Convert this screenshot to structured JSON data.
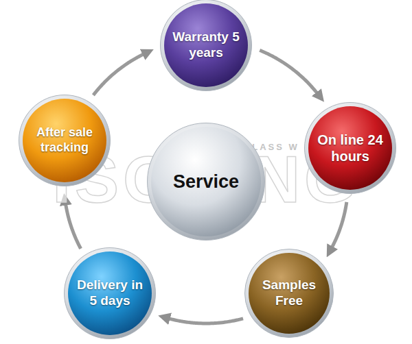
{
  "diagram": {
    "nodes": [
      {
        "text": [
          "Service"
        ]
      },
      {
        "text": [
          "Warranty 5 years"
        ]
      },
      {
        "text": [
          "On line 24 hours"
        ]
      },
      {
        "text": [
          "Samples Free"
        ]
      },
      {
        "text": [
          "Delivery in 5 days"
        ]
      },
      {
        "text": [
          "After sale tracking"
        ]
      }
    ],
    "edges": [
      {
        "from": 1,
        "to": 2,
        "arrow": "to"
      },
      {
        "from": 2,
        "to": 3,
        "arrow": "to"
      },
      {
        "from": 3,
        "to": 4,
        "arrow": "to"
      },
      {
        "from": 4,
        "to": 5,
        "arrow": "to"
      },
      {
        "from": 5,
        "to": 1,
        "arrow": "to"
      }
    ],
    "labels": [
      "ISOKING",
      "GLASS W"
    ]
  }
}
